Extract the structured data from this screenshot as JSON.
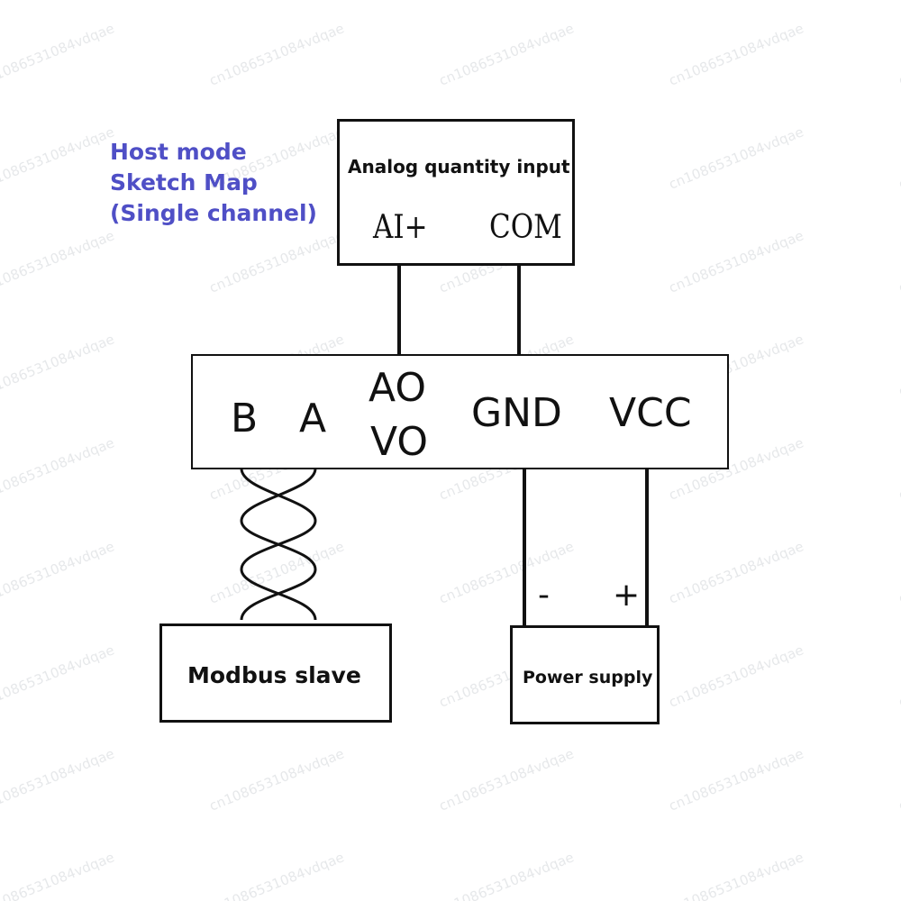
{
  "caption": {
    "line1": "Host mode",
    "line2": "Sketch Map",
    "line3": "(Single channel)",
    "color": "#4f4fc6"
  },
  "analog_input": {
    "title": "Analog quantity input",
    "terminal_ai": "AI+",
    "terminal_com": "COM"
  },
  "module": {
    "terminal_b": "B",
    "terminal_a": "A",
    "terminal_ao": "AO",
    "terminal_vo": "VO",
    "terminal_gnd": "GND",
    "terminal_vcc": "VCC"
  },
  "modbus_slave": {
    "title": "Modbus slave"
  },
  "power_supply": {
    "title": "Power supply",
    "minus": "-",
    "plus": "+"
  },
  "watermark": {
    "text": "cn1086531084vdqae",
    "color": "#c8ccd0"
  },
  "colors": {
    "line": "#111111",
    "caption": "#4f4fc6"
  }
}
